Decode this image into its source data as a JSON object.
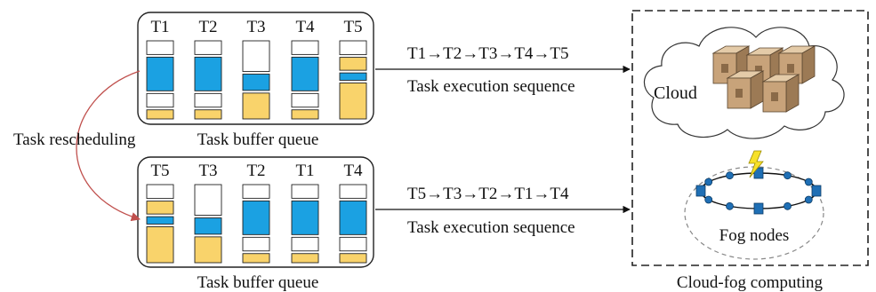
{
  "colors": {
    "blue": "#1ba1e2",
    "yellow": "#f9d36b",
    "white": "#ffffff",
    "stroke": "#222222",
    "arrow_red": "#c0504d",
    "cloud_fill": "#ffffff",
    "server": "#c8a37a",
    "fog_ring": "#d9d9d9",
    "lightning": "#f7e12a"
  },
  "queue_top": {
    "label": "Task buffer queue",
    "tasks": [
      {
        "name": "T1",
        "segments": [
          "white",
          "blue",
          "white",
          "yellow"
        ]
      },
      {
        "name": "T2",
        "segments": [
          "white",
          "blue",
          "white",
          "yellow"
        ]
      },
      {
        "name": "T3",
        "segments": [
          "white",
          "blue",
          "yellow"
        ]
      },
      {
        "name": "T4",
        "segments": [
          "white",
          "blue",
          "white",
          "yellow"
        ]
      },
      {
        "name": "T5",
        "segments": [
          "white",
          "yellow",
          "blue",
          "yellow"
        ]
      }
    ]
  },
  "queue_bottom": {
    "label": "Task buffer queue",
    "tasks": [
      {
        "name": "T5",
        "segments": [
          "white",
          "yellow",
          "blue",
          "yellow"
        ]
      },
      {
        "name": "T3",
        "segments": [
          "white",
          "blue",
          "yellow"
        ]
      },
      {
        "name": "T2",
        "segments": [
          "white",
          "blue",
          "white",
          "yellow"
        ]
      },
      {
        "name": "T1",
        "segments": [
          "white",
          "blue",
          "white",
          "yellow"
        ]
      },
      {
        "name": "T4",
        "segments": [
          "white",
          "blue",
          "white",
          "yellow"
        ]
      }
    ]
  },
  "sequence_top": {
    "order": "T1→T2→T3→T4→T5",
    "label": "Task execution sequence"
  },
  "sequence_bottom": {
    "order": "T5→T3→T2→T1→T4",
    "label": "Task execution sequence"
  },
  "rescheduling_label": "Task rescheduling",
  "cloud_label": "Cloud",
  "fog_label": "Fog nodes",
  "system_label": "Cloud-fog computing"
}
